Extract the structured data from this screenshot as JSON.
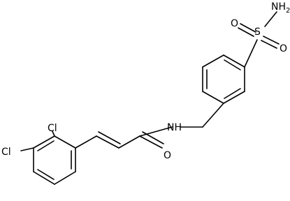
{
  "structure": {
    "atoms": {
      "cl_upper": "Cl",
      "cl_lower": "Cl",
      "amide_n": "NH",
      "amide_o": "O",
      "sulfur": "S",
      "sulfonyl_o_left": "O",
      "sulfonyl_o_right": "O",
      "sulfonamide_n": "NH",
      "sulfonamide_n_subscript": "2"
    }
  }
}
